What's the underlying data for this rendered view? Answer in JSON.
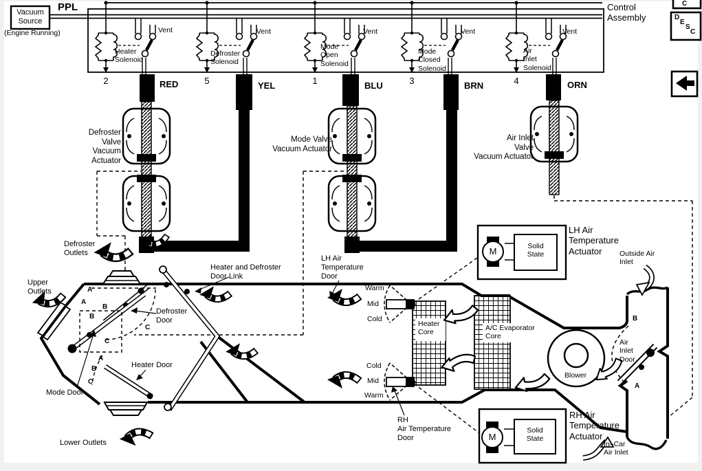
{
  "top": {
    "vacuum_source": "Vacuum\nSource",
    "engine_note": "(Engine Running)",
    "ppl": "PPL",
    "control_assembly": "Control\nAssembly",
    "solenoids": [
      {
        "name": "Heater\nSolenoid",
        "vent": "Vent",
        "pin": "2",
        "wire": "RED"
      },
      {
        "name": "Defroster\nSolenoid",
        "vent": "Vent",
        "pin": "5",
        "wire": "YEL"
      },
      {
        "name": "Mode\nOpen\nSolenoid",
        "vent": "Vent",
        "pin": "1",
        "wire": "BLU"
      },
      {
        "name": "Mode\nClosed\nSolenoid",
        "vent": "Vent",
        "pin": "3",
        "wire": "BRN"
      },
      {
        "name": "Air\nInlet\nSolenoid",
        "vent": "Vent",
        "pin": "4",
        "wire": "ORN"
      }
    ],
    "actuators": [
      "Defroster\nValve\nVacuum\nActuator",
      "Mode Valve\nVacuum Actuator",
      "Air Inlet\nValve\nVacuum Actuator"
    ],
    "corner": {
      "partial_letter": "C",
      "desc_letters": [
        "D",
        "E",
        "S",
        "C"
      ]
    }
  },
  "lower": {
    "defroster_outlets": "Defroster\nOutlets",
    "upper_outlets": "Upper\nOutlets",
    "lower_outlets": "Lower Outlets",
    "door_link": "Heater and Defroster\nDoor Link",
    "defroster_door": "Defroster\nDoor",
    "heater_door": "Heater Door",
    "mode_door": "Mode Door",
    "lh_door": "LH Air\nTemperature\nDoor",
    "rh_door": "RH\nAir Temperature\nDoor",
    "lh_temps": [
      "Warm",
      "Mid",
      "Cold"
    ],
    "rh_temps": [
      "Cold",
      "Mid",
      "Warm"
    ],
    "heater_core": "Heater\nCore",
    "evap_core": "A/C Evaporator\nCore",
    "blower": "Blower",
    "air_inlet_door": "Air\nInlet\nDoor",
    "outside_air": "Outside Air\nInlet",
    "in_car_air": "In–Car\nAir Inlet",
    "lh_actuator": "LH Air\nTemperature\nActuator",
    "rh_actuator": "RH Air\nTemperature\nActuator",
    "solid_state": "Solid\nState",
    "motor": "M",
    "letters": [
      "A",
      "A",
      "B",
      "B",
      "C",
      "C",
      "A",
      "B",
      "C",
      "B",
      "A"
    ]
  },
  "colors": {
    "ink": "#000000",
    "paper": "#ffffff",
    "margin": "#f1f1f1"
  }
}
